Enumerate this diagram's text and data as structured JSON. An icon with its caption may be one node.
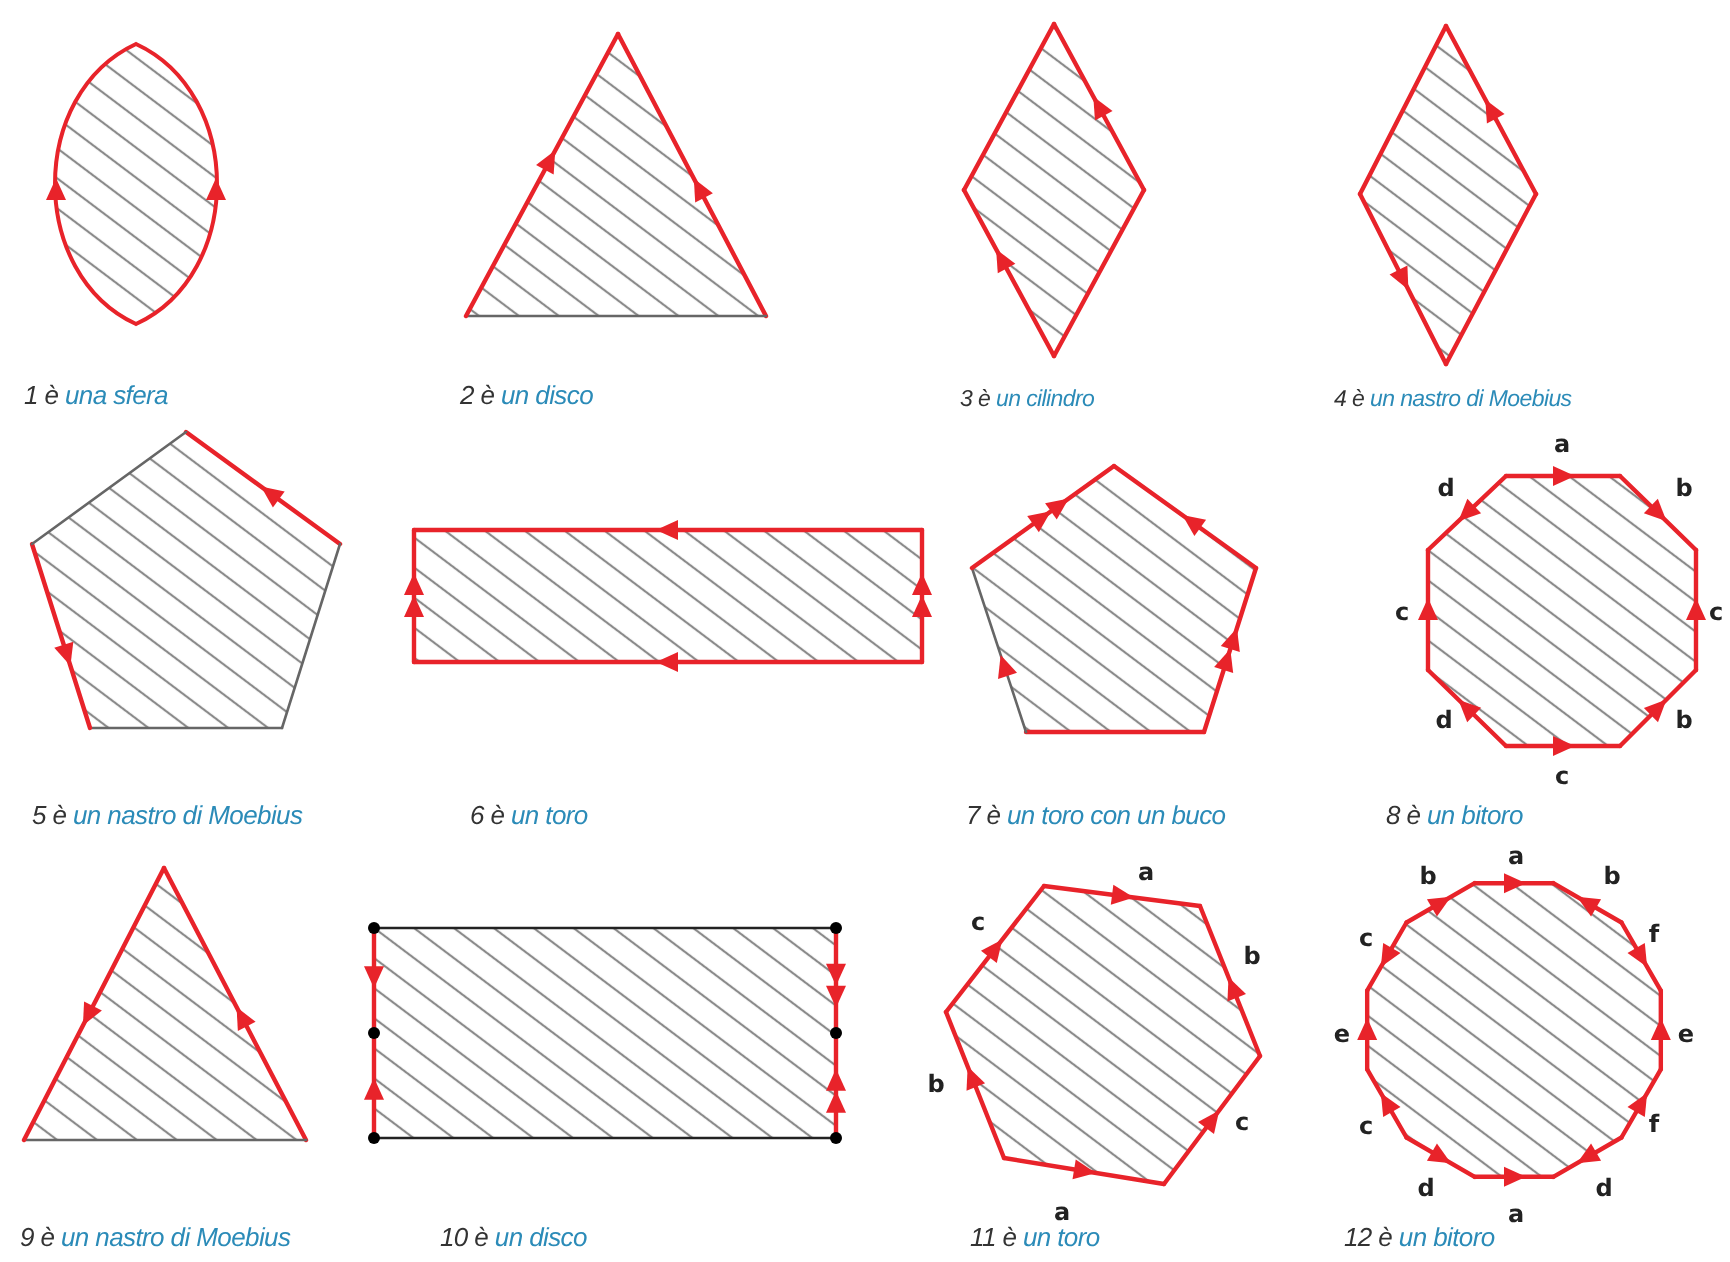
{
  "diagram": {
    "nodes": [
      {
        "text": [],
        "shape": "picture",
        "beside": [
          "1 è",
          "una sfera"
        ]
      },
      {
        "text": [],
        "shape": "picture",
        "beside": [
          "2 è",
          "un disco"
        ]
      },
      {
        "text": [],
        "shape": "picture",
        "beside": [
          "3 è",
          "un cilindro"
        ]
      },
      {
        "text": [],
        "shape": "picture",
        "beside": [
          "4 è",
          "un nastro di Moebius"
        ]
      },
      {
        "text": [],
        "shape": "picture",
        "beside": [
          "5 è",
          "un nastro di Moebius"
        ]
      },
      {
        "text": [],
        "shape": "picture",
        "beside": [
          "6 è",
          "un toro"
        ]
      },
      {
        "text": [],
        "shape": "picture",
        "beside": [
          "7 è",
          "un toro con un buco"
        ]
      },
      {
        "text": [],
        "shape": "picture",
        "beside": [
          "8 è",
          "un bitoro"
        ]
      },
      {
        "text": [],
        "shape": "picture",
        "beside": [
          "9 è",
          "un nastro di Moebius"
        ]
      },
      {
        "text": [],
        "shape": "picture",
        "beside": [
          "10 è",
          "un disco"
        ]
      },
      {
        "text": [],
        "shape": "picture",
        "beside": [
          "11 è",
          "un toro"
        ]
      },
      {
        "text": [],
        "shape": "picture",
        "beside": [
          "12 è",
          "un bitoro"
        ]
      }
    ],
    "labels": [
      "a",
      "d",
      "b",
      "c",
      "c",
      "d",
      "b",
      "c",
      "a",
      "c",
      "b",
      "b",
      "c",
      "a",
      "a",
      "b",
      "b",
      "c",
      "f",
      "e",
      "e",
      "c",
      "f",
      "d",
      "d",
      "a"
    ]
  }
}
